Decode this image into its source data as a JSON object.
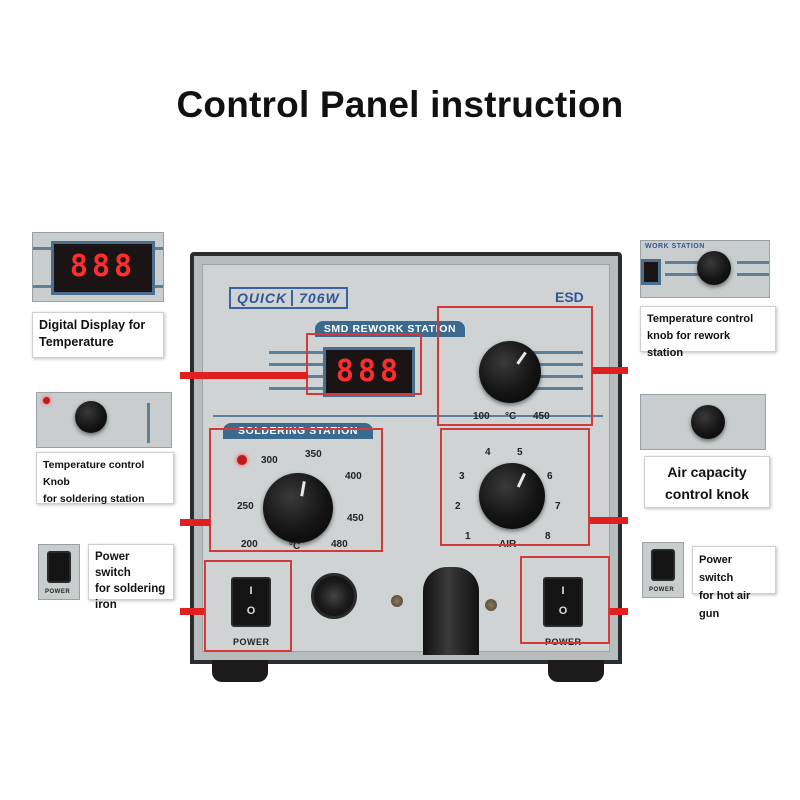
{
  "title": "Control Panel instruction",
  "unit": {
    "brand": "QUICK",
    "model": "706W",
    "esd": "ESD",
    "rework_label": "SMD REWORK STATION",
    "soldering_label": "SOLDERING STATION",
    "rework_display": "888",
    "rework_scale": {
      "min": "100",
      "unit": "°C",
      "max": "450"
    },
    "soldering_scale": [
      "200",
      "250",
      "300",
      "350",
      "400",
      "450",
      "480"
    ],
    "soldering_unit": "°C",
    "air_scale": [
      "1",
      "2",
      "3",
      "4",
      "5",
      "6",
      "7",
      "8"
    ],
    "air_label": "AIR",
    "power_label_left": "POWER",
    "power_label_right": "POWER",
    "switch_on": "I",
    "switch_off": "O"
  },
  "thumbs": {
    "display_digits": "888",
    "rework_knob_label": "WORK STATION",
    "switch_label_left": "POWER",
    "switch_label_right": "POWER"
  },
  "callouts": {
    "digital_display": [
      "Digital Display for",
      "Temperature"
    ],
    "soldering_knob": [
      "Temperature control Knob",
      "for soldering station"
    ],
    "soldering_power": [
      "Power switch",
      "for soldering",
      "iron"
    ],
    "rework_knob": [
      "Temperature control",
      "knob for rework station"
    ],
    "air_knob": [
      "Air capacity",
      "control knok"
    ],
    "air_power": [
      "Power switch",
      "for hot air gun"
    ]
  },
  "colors": {
    "highlight_red": "#d23b3b",
    "leader_red": "#e02020",
    "panel_blue": "#3a6b8f",
    "display_red": "#ff2d2d"
  }
}
